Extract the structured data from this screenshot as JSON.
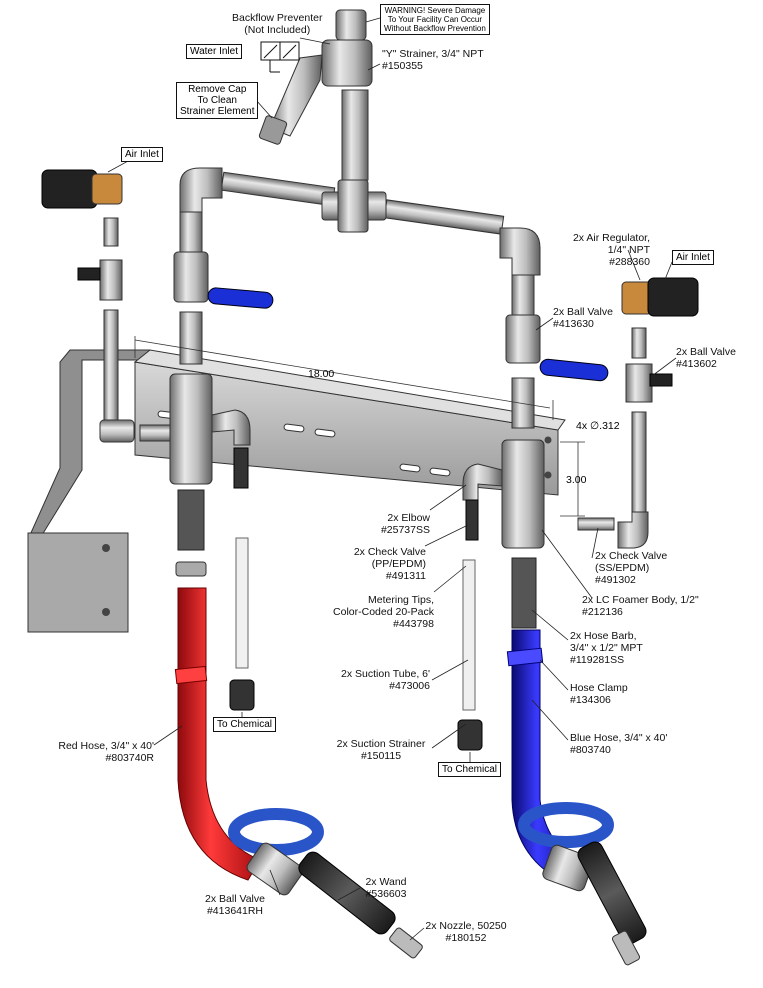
{
  "labels": {
    "backflow": [
      "Backflow Preventer",
      "(Not Included)"
    ],
    "warning": [
      "WARNING! Severe Damage",
      "To Your Facility Can Occur",
      "Without Backflow Prevention"
    ],
    "water_inlet": "Water Inlet",
    "y_strainer": [
      "\"Y\" Strainer, 3/4\" NPT",
      "#150355"
    ],
    "remove_cap": [
      "Remove Cap",
      "To Clean",
      "Strainer Element"
    ],
    "air_inlet_left": "Air Inlet",
    "air_inlet_right": "Air Inlet",
    "air_regulator": [
      "2x Air Regulator,",
      "1/4\" NPT",
      "#288360"
    ],
    "ball_valve_413630": [
      "2x Ball Valve",
      "#413630"
    ],
    "ball_valve_413602": [
      "2x Ball Valve",
      "#413602"
    ],
    "dim_18": "18.00",
    "dim_312": "4x ∅.312",
    "dim_3": "3.00",
    "elbow": [
      "2x Elbow",
      "#25737SS"
    ],
    "check_valve_pp": [
      "2x Check Valve",
      "(PP/EPDM)",
      "#491311"
    ],
    "check_valve_ss": [
      "2x Check Valve",
      "(SS/EPDM)",
      "#491302"
    ],
    "metering_tips": [
      "Metering Tips,",
      "Color-Coded 20-Pack",
      "#443798"
    ],
    "foamer_body": [
      "2x LC Foamer Body, 1/2\"",
      "#212136"
    ],
    "hose_barb": [
      "2x Hose Barb,",
      "3/4\" x 1/2\" MPT",
      "#119281SS"
    ],
    "hose_clamp": [
      "Hose Clamp",
      "#134306"
    ],
    "suction_tube": [
      "2x Suction Tube, 6'",
      "#473006"
    ],
    "to_chemical_left": "To Chemical",
    "to_chemical_right": "To Chemical",
    "red_hose": [
      "Red Hose, 3/4\" x 40'",
      "#803740R"
    ],
    "suction_strainer": [
      "2x Suction Strainer",
      "#150115"
    ],
    "blue_hose": [
      "Blue Hose, 3/4\" x 40'",
      "#803740"
    ],
    "ball_valve_rh": [
      "2x Ball Valve",
      "#413641RH"
    ],
    "wand": [
      "2x Wand",
      "#536603"
    ],
    "nozzle": [
      "2x Nozzle, 50250",
      "#180152"
    ]
  },
  "colors": {
    "red_hose": "#e0141a",
    "blue_hose": "#1e1ec8",
    "handle_blue": "#1a2fd6",
    "ring_blue": "#2a55c8",
    "steel": "#b9b9b9",
    "brass": "#c8893d"
  }
}
